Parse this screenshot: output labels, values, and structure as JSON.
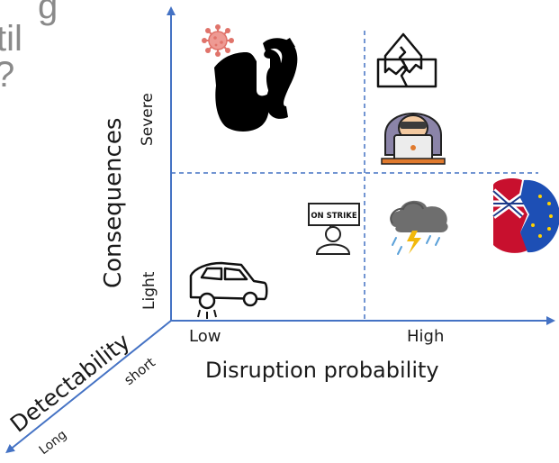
{
  "title_fragments": [
    "g",
    "til",
    "?"
  ],
  "axes": {
    "x_label": "Disruption probability",
    "x_ticks": [
      "Low",
      "High"
    ],
    "y_label": "Consequences",
    "y_ticks": [
      "Light",
      "Severe"
    ],
    "z_label": "Detectability",
    "z_ticks": [
      "short",
      "Long"
    ]
  },
  "risk_icons": [
    {
      "name": "virus-icon",
      "quadrant": "low-probability / severe"
    },
    {
      "name": "black-swan-icon",
      "quadrant": "low-probability / severe"
    },
    {
      "name": "earthquake-house-icon",
      "quadrant": "high-probability / severe"
    },
    {
      "name": "hacker-icon",
      "quadrant": "high-probability / severe"
    },
    {
      "name": "strike-protester-icon",
      "quadrant": "low-probability / light"
    },
    {
      "name": "storm-cloud-icon",
      "quadrant": "high-probability / light"
    },
    {
      "name": "brexit-flag-icon",
      "quadrant": "high-probability / light"
    },
    {
      "name": "car-breakdown-icon",
      "quadrant": "low-probability / light"
    }
  ],
  "strike_sign_text": "ON STRIKE",
  "colors": {
    "axis": "#4472c4",
    "divider": "#4472c4",
    "virus": "#e0736a",
    "title": "#8a8a8a"
  }
}
